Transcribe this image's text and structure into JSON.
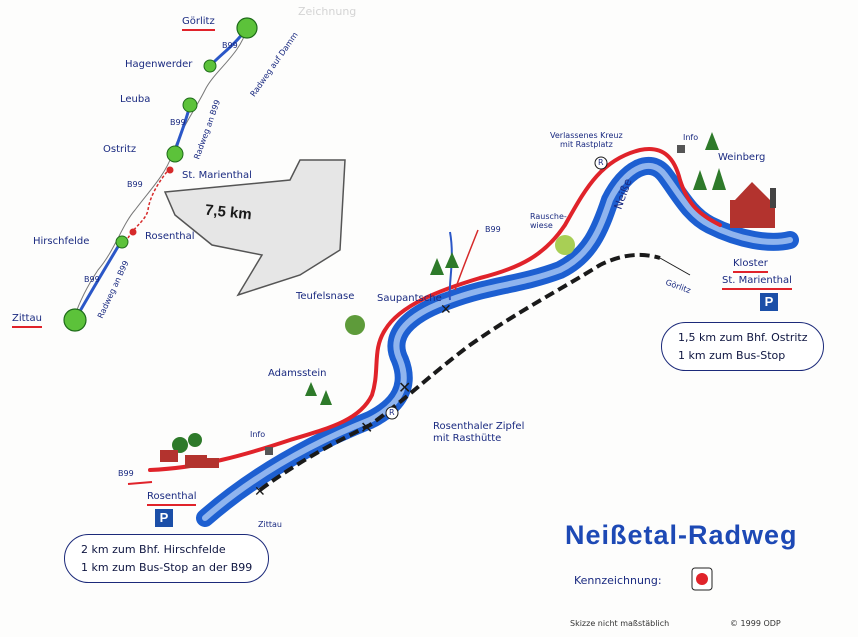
{
  "watermark": "Zeichnung",
  "overview": {
    "towns": [
      "Görlitz",
      "Hagenwerder",
      "Leuba",
      "Ostritz",
      "St. Marienthal",
      "Rosenthal",
      "Hirschfelde",
      "Zittau"
    ],
    "road_labels": [
      "B99",
      "B99",
      "B99",
      "B99"
    ],
    "bike_notes": [
      "Radweg auf Damm",
      "Radweg an B99",
      "Radweg an B99"
    ],
    "distance": "7,5 km"
  },
  "detail": {
    "places": {
      "verlassenes_kreuz": "Verlassenes Kreuz\nmit Rastplatz",
      "info_top": "Info",
      "weinberg": "Weinberg",
      "rauschewiese": "Rausche-\nwiese",
      "neisse": "Neiße",
      "b99_top": "B99",
      "goerlitz": "Görlitz",
      "kloster": "Kloster",
      "st_marienthal": "St. Marienthal",
      "teufelsnase": "Teufelsnase",
      "saupantsche": "Saupantsche",
      "adamsstein": "Adamsstein",
      "info_bottom": "Info",
      "rosenthaler_zipfel": "Rosenthaler Zipfel\nmit Rasthütte",
      "b99_left": "B99",
      "rosenthal": "Rosenthal",
      "zittau": "Zittau"
    },
    "parking_symbol": "P",
    "rest_symbol": "R",
    "note_right": [
      "1,5 km zum Bhf. Ostritz",
      "1 km zum Bus-Stop"
    ],
    "note_left": [
      "2 km zum Bhf. Hirschfelde",
      "1 km zum Bus-Stop an der B99"
    ]
  },
  "title": "Neißetal-Radweg",
  "legend_label": "Kennzeichnung:",
  "footer": {
    "scale_note": "Skizze nicht maßstäblich",
    "copyright": "© 1999 ODP"
  },
  "colors": {
    "route": "#e0232a",
    "river": "#1d5fd1",
    "river_light": "#8fb4ee",
    "rail": "#1a1a1a",
    "town_dot": "#5cc23a",
    "ink": "#1a2a80"
  }
}
